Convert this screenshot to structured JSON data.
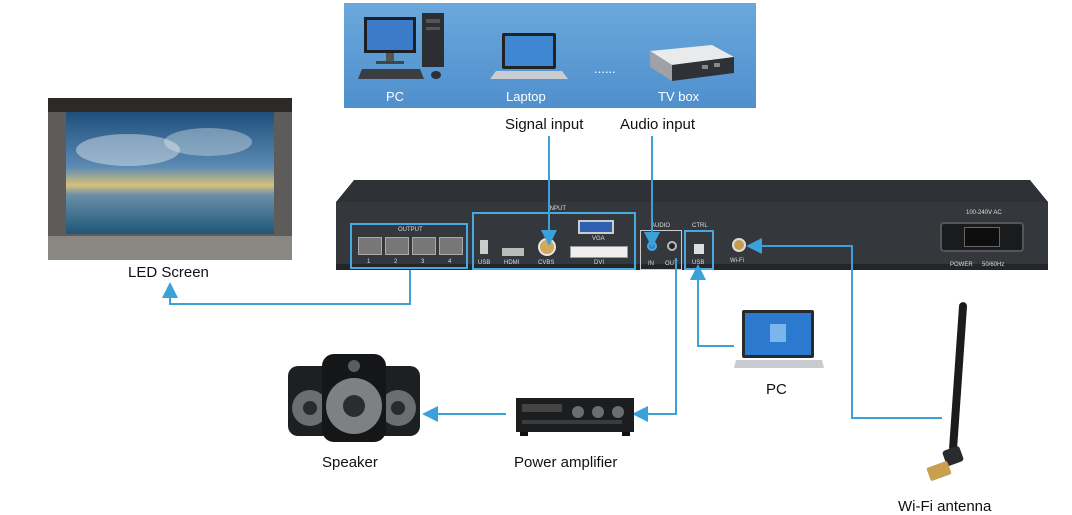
{
  "sources": {
    "pc": "PC",
    "laptop": "Laptop",
    "ellipsis": "......",
    "tv_box": "TV box"
  },
  "labels": {
    "signal_input": "Signal input",
    "audio_input": "Audio input",
    "led_screen": "LED Screen",
    "pc": "PC",
    "speaker": "Speaker",
    "power_amplifier": "Power amplifier",
    "wifi_antenna": "Wi-Fi antenna"
  },
  "panel": {
    "input_title": "INPUT",
    "output_title": "OUTPUT",
    "audio_title": "AUDIO",
    "ctrl_title": "CTRL",
    "power_spec": "100-240V AC",
    "power_label": "POWER",
    "power_freq": "50/60Hz",
    "port_labels": {
      "usb": "USB",
      "hdmi": "HDMI",
      "cvbs": "CVBS",
      "vga": "VGA",
      "dvi": "DVI",
      "audio_in": "IN",
      "audio_out": "OUT",
      "ctrl_usb": "USB",
      "wifi": "Wi-Fi",
      "out1": "1",
      "out2": "2",
      "out3": "3",
      "out4": "4"
    }
  },
  "colors": {
    "connector": "#3aa2d8",
    "source_panel": "#5a9bd5",
    "device_body": "#2a2d31",
    "highlight_box": "#4aa8e0"
  }
}
